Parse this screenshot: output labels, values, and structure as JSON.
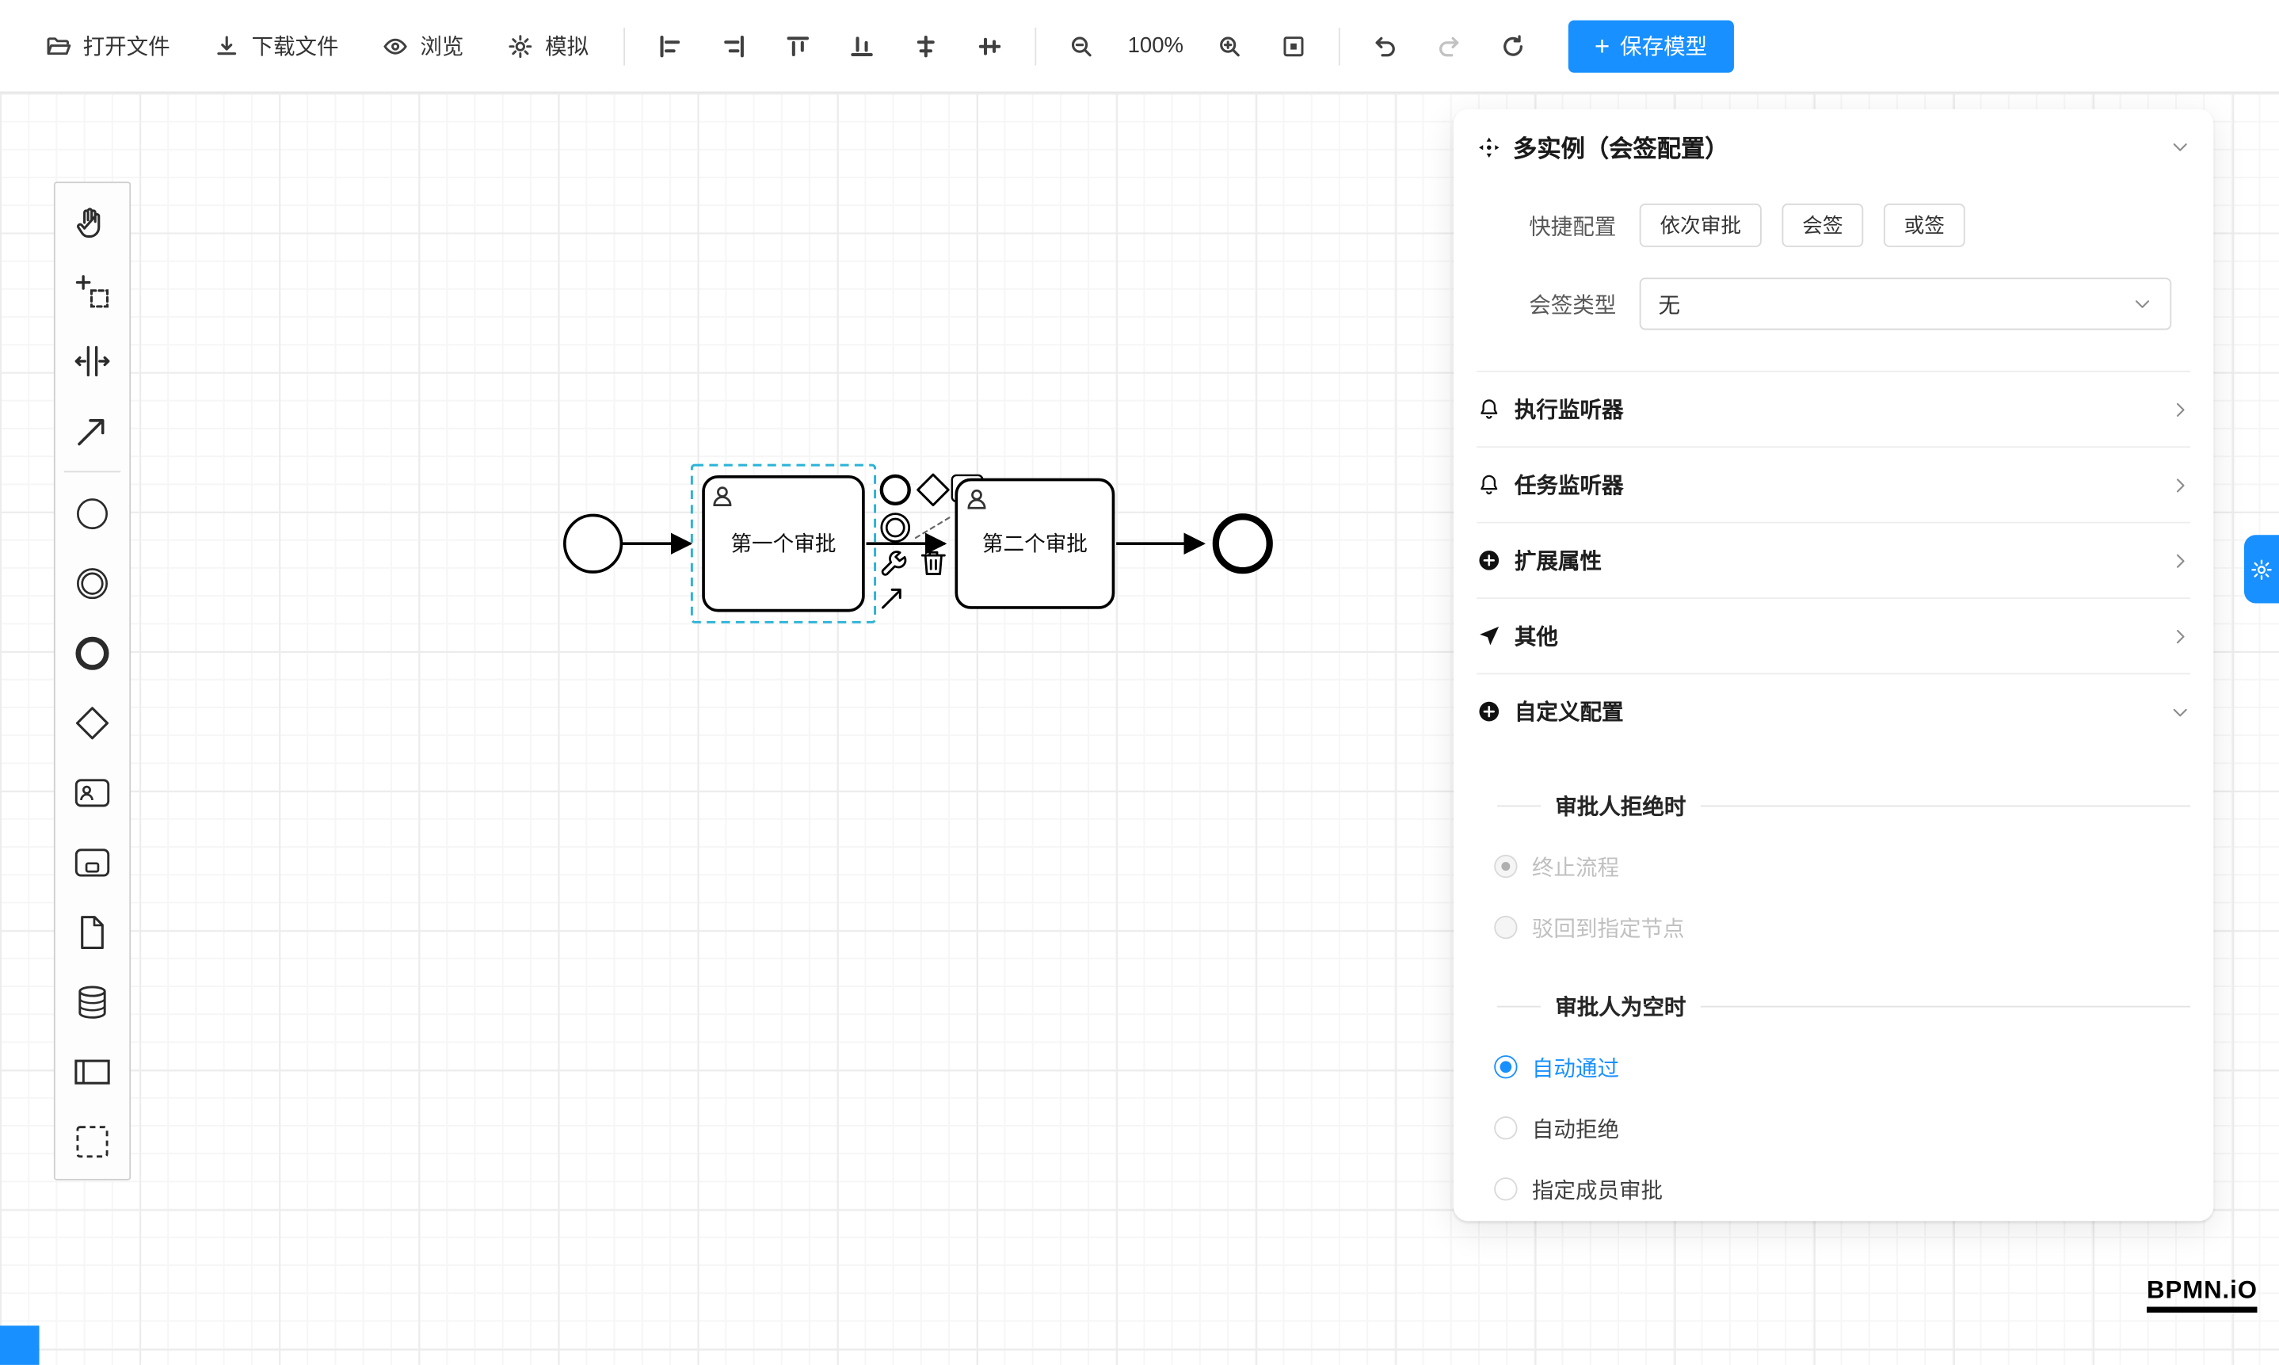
{
  "toolbar": {
    "open_file": "打开文件",
    "download_file": "下载文件",
    "browse": "浏览",
    "simulate": "模拟",
    "zoom_level": "100%",
    "save_model": "保存模型"
  },
  "diagram": {
    "task1_label": "第一个审批",
    "task2_label": "第二个审批"
  },
  "panel": {
    "title": "多实例（会签配置）",
    "quick_config_label": "快捷配置",
    "quick_options": [
      "依次审批",
      "会签",
      "或签"
    ],
    "sign_type_label": "会签类型",
    "sign_type_value": "无",
    "sections": [
      "执行监听器",
      "任务监听器",
      "扩展属性",
      "其他",
      "自定义配置"
    ],
    "reject_title": "审批人拒绝时",
    "reject_options": [
      {
        "label": "终止流程",
        "selected": true,
        "disabled": true
      },
      {
        "label": "驳回到指定节点",
        "selected": false,
        "disabled": true
      }
    ],
    "empty_title": "审批人为空时",
    "empty_options": [
      {
        "label": "自动通过",
        "selected": true
      },
      {
        "label": "自动拒绝",
        "selected": false
      },
      {
        "label": "指定成员审批",
        "selected": false
      }
    ]
  },
  "logo": {
    "text": "BPMN.iO"
  },
  "colors": {
    "accent": "#1890ff",
    "selection": "#2bb3d8",
    "shape_stroke": "#000000"
  },
  "icons": {
    "toolbar": [
      "folder-open",
      "download-arrow",
      "eye",
      "gear-sun",
      "align-left",
      "align-right",
      "align-top",
      "align-bottom",
      "align-center-horizontal",
      "align-middle-vertical",
      "magnifier-minus",
      "magnifier-plus",
      "fit-viewport",
      "undo-arrow",
      "redo-arrow",
      "refresh-circular",
      "plus"
    ],
    "palette": [
      "hand-tool",
      "lasso-tool",
      "space-tool",
      "global-connect-tool",
      "start-event",
      "intermediate-event",
      "end-event",
      "gateway",
      "user-task",
      "subprocess",
      "file",
      "data-store",
      "participant-pool",
      "group"
    ],
    "panel": [
      "multi-instance-cross",
      "bell",
      "bell",
      "plus-circle",
      "paper-plane",
      "plus-circle",
      "chevron-down",
      "chevron-right"
    ],
    "context_pad": [
      "circle",
      "diamond",
      "user-task-badge",
      "intermediate-event",
      "task-badge",
      "wrench",
      "trash",
      "connect-arrow"
    ],
    "settings_tab": "gear"
  }
}
